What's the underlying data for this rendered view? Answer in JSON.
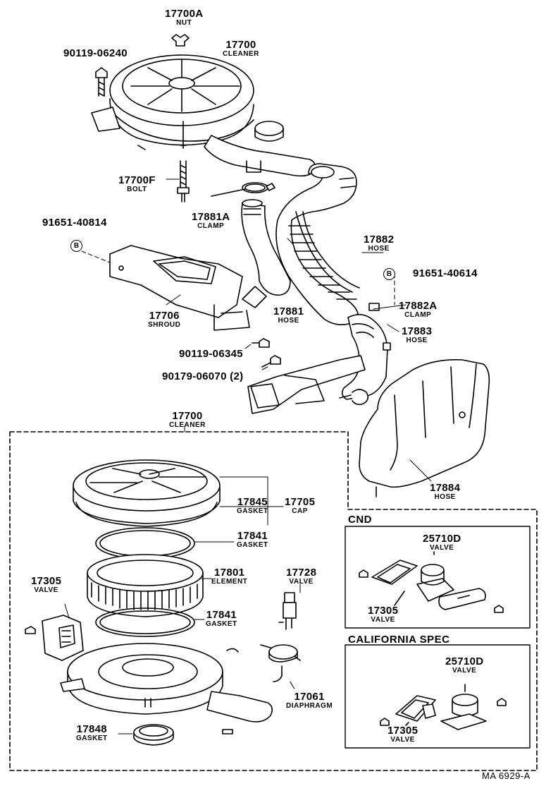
{
  "parts": {
    "p17700A": {
      "num": "17700A",
      "name": "NUT"
    },
    "p17700_top": {
      "num": "17700",
      "name": "CLEANER"
    },
    "p90119_06240": {
      "num": "90119-06240"
    },
    "p17700F": {
      "num": "17700F",
      "name": "BOLT"
    },
    "p17881A": {
      "num": "17881A",
      "name": "CLAMP"
    },
    "p91651_40814": {
      "num": "91651-40814",
      "marker": "B"
    },
    "p17882": {
      "num": "17882",
      "name": "HOSE"
    },
    "p91651_40614": {
      "num": "91651-40614",
      "marker": "B"
    },
    "p17706": {
      "num": "17706",
      "name": "SHROUD"
    },
    "p17881": {
      "num": "17881",
      "name": "HOSE"
    },
    "p17882A": {
      "num": "17882A",
      "name": "CLAMP"
    },
    "p17883": {
      "num": "17883",
      "name": "HOSE"
    },
    "p90119_06345": {
      "num": "90119-06345"
    },
    "p90179_06070": {
      "num": "90179-06070 (2)"
    },
    "p17700_box": {
      "num": "17700",
      "name": "CLEANER"
    },
    "p17884": {
      "num": "17884",
      "name": "HOSE"
    },
    "p17845": {
      "num": "17845",
      "name": "GASKET"
    },
    "p17705": {
      "num": "17705",
      "name": "CAP"
    },
    "p17841a": {
      "num": "17841",
      "name": "GASKET"
    },
    "p17801": {
      "num": "17801",
      "name": "ELEMENT"
    },
    "p17841b": {
      "num": "17841",
      "name": "GASKET"
    },
    "p17728": {
      "num": "17728",
      "name": "VALVE"
    },
    "p17305_main": {
      "num": "17305",
      "name": "VALVE"
    },
    "p17061": {
      "num": "17061",
      "name": "DIAPHRAGM"
    },
    "p17848": {
      "num": "17848",
      "name": "GASKET"
    }
  },
  "cnd": {
    "title": "CND",
    "p25710D": {
      "num": "25710D",
      "name": "VALVE"
    },
    "p17305": {
      "num": "17305",
      "name": "VALVE"
    }
  },
  "california": {
    "title": "CALIFORNIA SPEC",
    "p25710D": {
      "num": "25710D",
      "name": "VALVE"
    },
    "p17305": {
      "num": "17305",
      "name": "VALVE"
    }
  },
  "footer": "MA 6929-A"
}
